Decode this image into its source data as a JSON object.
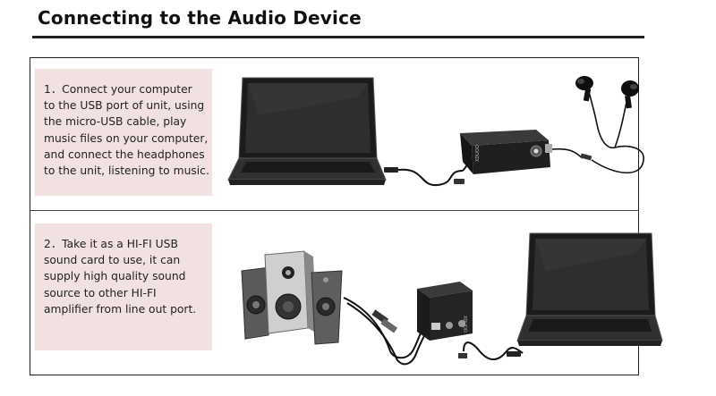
{
  "title": "Connecting to the Audio Device",
  "steps": [
    {
      "lines": [
        "1．Connect your computer",
        "to the USB port of unit, using",
        "the micro-USB cable, play",
        "music files on your computer,",
        "and connect the headphones",
        "to the unit, listening to music."
      ]
    },
    {
      "lines": [
        "2．Take it as a HI-FI USB",
        "sound card to use, it can",
        "supply high quality sound",
        "source to other HI-FI",
        "amplifier from line out port."
      ]
    }
  ],
  "device_label": "XDUOO"
}
